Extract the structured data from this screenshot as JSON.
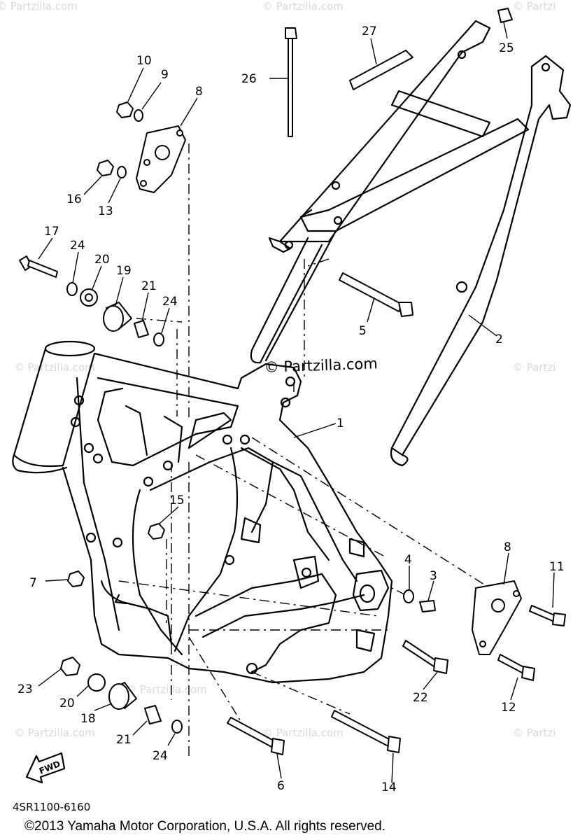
{
  "diagram": {
    "watermarks": [
      "© Partzilla.com",
      "© Partzilla.com",
      "© Partzi",
      "© Partzilla.com",
      "© Partzi",
      "© Partzilla.com",
      "© Partzi",
      "© Partzilla.com",
      "© Partzilla.com"
    ],
    "center_watermark": "© Partzilla.com",
    "callouts": [
      {
        "id": "p1",
        "text": "1"
      },
      {
        "id": "p2",
        "text": "2"
      },
      {
        "id": "p3",
        "text": "3"
      },
      {
        "id": "p4",
        "text": "4"
      },
      {
        "id": "p5",
        "text": "5"
      },
      {
        "id": "p6",
        "text": "6"
      },
      {
        "id": "p7",
        "text": "7"
      },
      {
        "id": "p8a",
        "text": "8"
      },
      {
        "id": "p8b",
        "text": "8"
      },
      {
        "id": "p9",
        "text": "9"
      },
      {
        "id": "p10",
        "text": "10"
      },
      {
        "id": "p11",
        "text": "11"
      },
      {
        "id": "p12",
        "text": "12"
      },
      {
        "id": "p13",
        "text": "13"
      },
      {
        "id": "p14",
        "text": "14"
      },
      {
        "id": "p15",
        "text": "15"
      },
      {
        "id": "p16",
        "text": "16"
      },
      {
        "id": "p17",
        "text": "17"
      },
      {
        "id": "p18",
        "text": "18"
      },
      {
        "id": "p19",
        "text": "19"
      },
      {
        "id": "p20a",
        "text": "20"
      },
      {
        "id": "p20b",
        "text": "20"
      },
      {
        "id": "p21a",
        "text": "21"
      },
      {
        "id": "p21b",
        "text": "21"
      },
      {
        "id": "p22",
        "text": "22"
      },
      {
        "id": "p23",
        "text": "23"
      },
      {
        "id": "p24a",
        "text": "24"
      },
      {
        "id": "p24b",
        "text": "24"
      },
      {
        "id": "p24c",
        "text": "24"
      },
      {
        "id": "p25",
        "text": "25"
      },
      {
        "id": "p26",
        "text": "26"
      },
      {
        "id": "p27",
        "text": "27"
      }
    ],
    "fwd_label": "FWD",
    "diagram_code": "4SR1100-6160",
    "copyright": "©2013 Yamaha Motor Corporation, U.S.A. All rights reserved."
  }
}
